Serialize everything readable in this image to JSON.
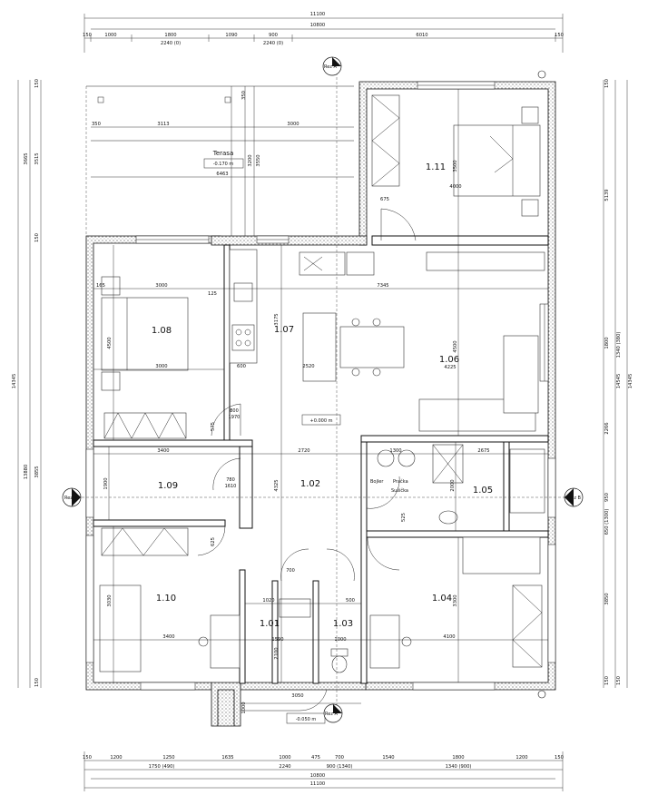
{
  "rooms": [
    {
      "id": "1.01",
      "label": "1.01"
    },
    {
      "id": "1.02",
      "label": "1.02"
    },
    {
      "id": "1.03",
      "label": "1.03"
    },
    {
      "id": "1.04",
      "label": "1.04"
    },
    {
      "id": "1.05",
      "label": "1.05"
    },
    {
      "id": "1.06",
      "label": "1.06"
    },
    {
      "id": "1.07",
      "label": "1.07"
    },
    {
      "id": "1.08",
      "label": "1.08"
    },
    {
      "id": "1.09",
      "label": "1.09"
    },
    {
      "id": "1.10",
      "label": "1.10"
    },
    {
      "id": "1.11",
      "label": "1.11"
    }
  ],
  "terasa": {
    "label": "Terasa",
    "level": "-0.170 m"
  },
  "levels": {
    "main": "+0.000 m",
    "entry": "-0.050 m"
  },
  "appliances": {
    "boiler": "Bojler",
    "washer": "Pračka",
    "dryer": "Sušička"
  },
  "sections": {
    "a": "Rez A",
    "b": "Rez B"
  },
  "top_dims": {
    "total": "11100",
    "inner": "10800",
    "row3": [
      "150",
      "1000",
      "1800",
      "1090",
      "900",
      "6010",
      "150"
    ],
    "row3b": [
      "2240 (0)",
      "2240 (0)"
    ]
  },
  "bottom_dims": {
    "row1": [
      "150",
      "1200",
      "1250",
      "1635",
      "1000",
      "475",
      "700",
      "1540",
      "1800",
      "1200",
      "150"
    ],
    "row2": [
      "1750 (490)",
      "2240",
      "900 (1340)",
      "1340 (900)"
    ],
    "inner": "10800",
    "total": "11100"
  },
  "left_dims": {
    "total": "14345",
    "inner": "13880",
    "parts": [
      "150",
      "3515",
      "150",
      "3855",
      "150"
    ],
    "outer": "3665"
  },
  "right_dims": {
    "total": "14345",
    "inner": "14545",
    "parts": [
      "150",
      "5139",
      "1800",
      "1340 (380)",
      "2266",
      "950",
      "650 (1300)",
      "3850",
      "150",
      "150"
    ]
  },
  "terrace_dims": [
    "350",
    "3113",
    "3000",
    "6463",
    "350",
    "3550",
    "3200"
  ],
  "interior_dims": {
    "d3000a": "3000",
    "d7345": "7345",
    "d4500a": "4500",
    "d3000b": "3000",
    "d2520": "2520",
    "d4500b": "4500",
    "d4225": "4225",
    "d3175": "3175",
    "d3400a": "3400",
    "d2720": "2720",
    "d2675": "2675",
    "d1300": "1300",
    "d1900": "1900",
    "d4325": "4325",
    "d2000": "2000",
    "d3030": "3030",
    "d3400b": "3400",
    "d4100": "4100",
    "d3300": "3300",
    "d3500": "3500",
    "d4000": "4000",
    "d1020": "1020",
    "d500": "500",
    "d1000": "1000",
    "d3050": "3050",
    "d1590": "1590",
    "d1000b": "1000",
    "d2100": "2100",
    "d675": "675",
    "d165": "165",
    "d125": "125",
    "d600": "600",
    "d625": "625",
    "d525": "525",
    "d575": "575"
  },
  "door_marks": {
    "d800": "800",
    "d700": "700",
    "d1970": "1970",
    "d780": "780",
    "d1610": "1610"
  }
}
